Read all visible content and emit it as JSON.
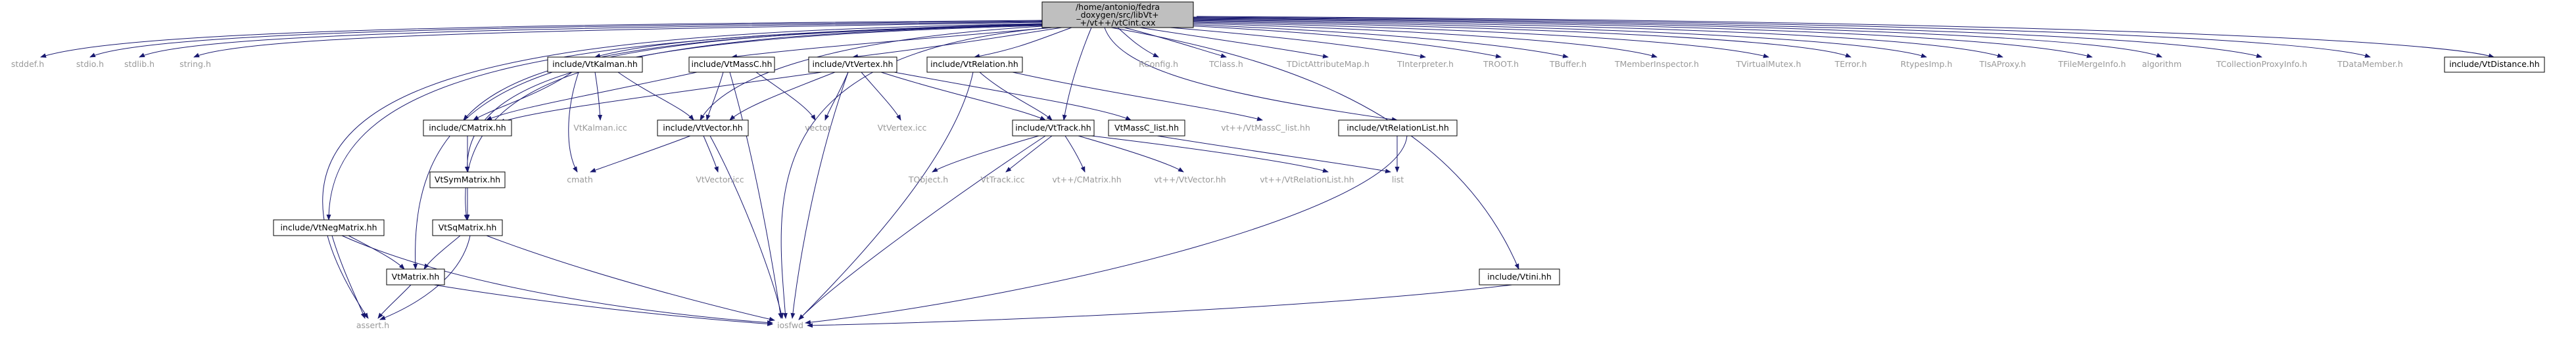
{
  "root": {
    "label_line1": "/home/antonio/fedra",
    "label_line2": "_doxygen/src/libVt+",
    "label_line3": "+/vt++/vtCint.cxx"
  },
  "nodes": {
    "stddef": "stddef.h",
    "stdio": "stdio.h",
    "stdlib": "stdlib.h",
    "string": "string.h",
    "vtkalman_hh": "include/VtKalman.hh",
    "vtmassc_hh": "include/VtMassC.hh",
    "vtvertex_hh": "include/VtVertex.hh",
    "vtrelation_hh": "include/VtRelation.hh",
    "rconfig": "RConfig.h",
    "tclass": "TClass.h",
    "tdictattributemap": "TDictAttributeMap.h",
    "tinterpreter": "TInterpreter.h",
    "troot": "TROOT.h",
    "tbuffer": "TBuffer.h",
    "tmemberinspector": "TMemberInspector.h",
    "tvirtualmutex": "TVirtualMutex.h",
    "terror": "TError.h",
    "rtypesimp": "RtypesImp.h",
    "tisaproxy": "TIsAProxy.h",
    "tfilemergeinfo": "TFileMergeInfo.h",
    "algorithm": "algorithm",
    "tcollectionproxyinfo": "TCollectionProxyInfo.h",
    "tdatamember": "TDataMember.h",
    "vtdistance_hh": "include/VtDistance.hh",
    "cmatrix_hh": "include/CMatrix.hh",
    "vtkalman_icc": "VtKalman.icc",
    "vtvector_hh": "include/VtVector.hh",
    "vector": "vector",
    "vtvertex_icc": "VtVertex.icc",
    "vttrack_hh": "include/VtTrack.hh",
    "vtmassc_list_hh": "VtMassC_list.hh",
    "vtpp_vtmassc_list": "vt++/VtMassC_list.hh",
    "vtrelationlist_hh": "include/VtRelationList.hh",
    "vtsymmatrix_hh": "VtSymMatrix.hh",
    "cmath": "cmath",
    "vtvector_icc": "VtVector.icc",
    "tobject": "TObject.h",
    "vttrack_icc": "VtTrack.icc",
    "vtpp_cmatrix": "vt++/CMatrix.hh",
    "vtpp_vtvector": "vt++/VtVector.hh",
    "vtpp_vtrelationlist": "vt++/VtRelationList.hh",
    "list": "list",
    "vtnegmatrix_hh": "include/VtNegMatrix.hh",
    "vtsqmatrix_hh": "VtSqMatrix.hh",
    "vtmatrix_hh": "VtMatrix.hh",
    "vtini_hh": "include/Vtini.hh",
    "assert": "assert.h",
    "iosfwd": "iosfwd"
  },
  "colors": {
    "edge": "#191970",
    "root_fill": "#bfbfbf",
    "box_stroke": "#000000",
    "unstyled_text": "#999999"
  }
}
